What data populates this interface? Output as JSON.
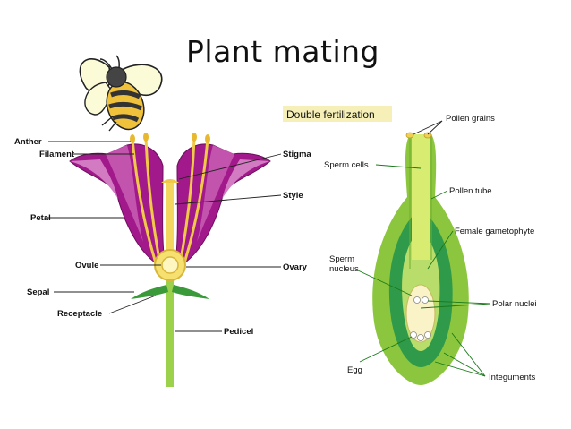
{
  "title": "Plant mating",
  "flower": {
    "anther": "Anther",
    "filament": "Filament",
    "petal": "Petal",
    "ovule": "Ovule",
    "sepal": "Sepal",
    "receptacle": "Receptacle",
    "stigma": "Stigma",
    "style": "Style",
    "ovary": "Ovary",
    "pedicel": "Pedicel"
  },
  "fertilization": {
    "title": "Double fertilization",
    "pollen_grains": "Pollen grains",
    "sperm_cells": "Sperm cells",
    "pollen_tube": "Pollen tube",
    "female_gametophyte": "Female gametophyte",
    "sperm_line1": "Sperm",
    "sperm_line2": "nucleus",
    "polar_nuclei": "Polar nuclei",
    "egg": "Egg",
    "integuments": "Integuments"
  },
  "colors": {
    "petal": "#a1198a",
    "stem": "#9bd14b",
    "ovule_outer": "#8cc63e",
    "ovule_inner": "#2f9a4a",
    "header_highlight": "#f6f0b8"
  }
}
